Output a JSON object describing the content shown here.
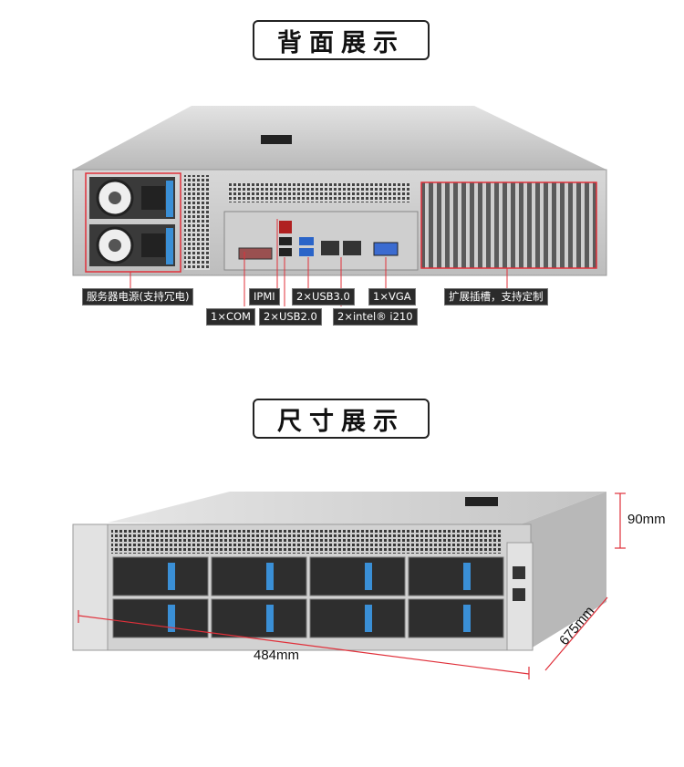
{
  "sections": {
    "back_title": "背面展示",
    "dim_title": "尺寸展示"
  },
  "back_labels": {
    "psu": "服务器电源(支持冗电)",
    "ipmi": "IPMI",
    "usb3": "2×USB3.0",
    "vga": "1×VGA",
    "expansion": "扩展插槽，支持定制",
    "com": "1×COM",
    "usb2": "2×USB2.0",
    "lan": "2×intel® i210"
  },
  "dimensions": {
    "height": "90mm",
    "width": "484mm",
    "depth": "675mm"
  },
  "colors": {
    "accent_red": "#e0303a",
    "label_bg": "#2b2b2b",
    "chassis": "#c9c9c9",
    "bay_blue": "#3a8fd6"
  }
}
